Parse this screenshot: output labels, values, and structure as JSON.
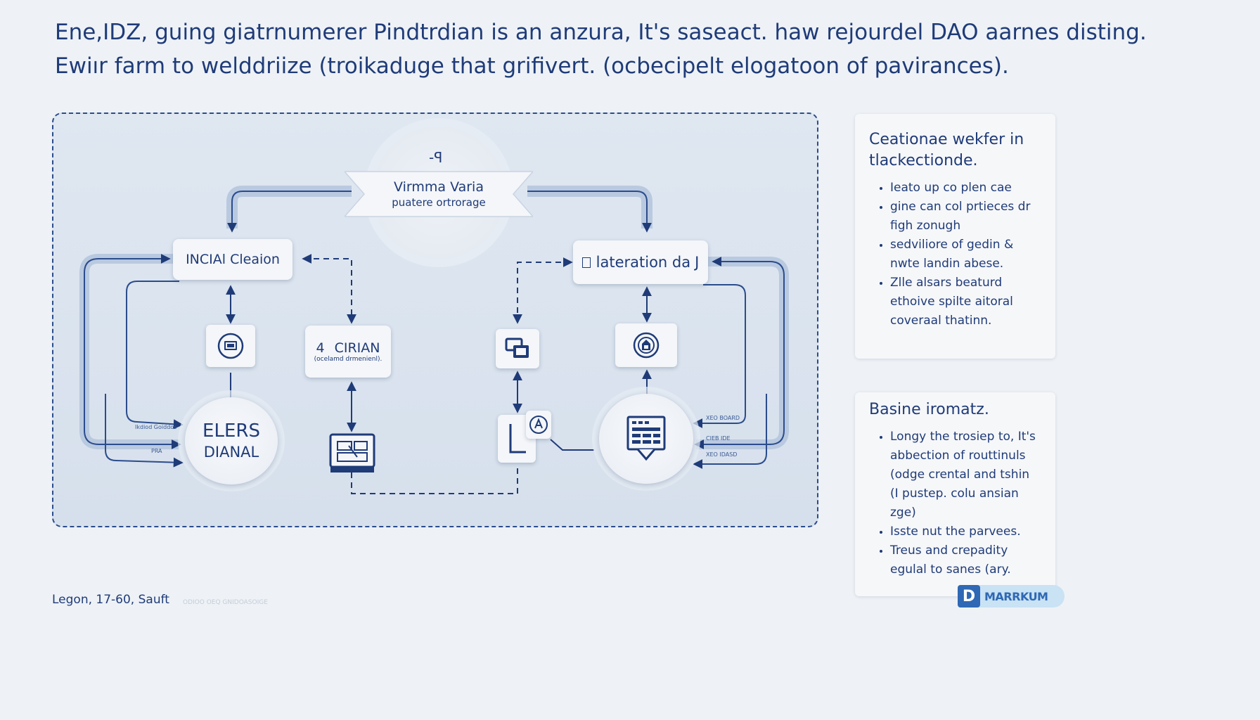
{
  "heading": {
    "line1": "Ene,IDZ, guing giatrnumerer Pindtrdian is an anzura, It's saseact. haw rejourdel DAO aarnes disting.",
    "line2": "Ewiır farm to welddriize (troikaduge that grifivert. (ocbecipelt elogatoon of pavirances)."
  },
  "diagram": {
    "top_mark": "-ꟼ",
    "banner_title": "Virmma Varia",
    "banner_subtitle": "puatere ortrorage",
    "node_left": "INCIAl Cleaion",
    "node_right": "lateration da",
    "node_mid": {
      "number": "4",
      "title": "CIRIAN",
      "sub": "(ocelamd drmenienl)."
    },
    "circle_left": {
      "line1": "ELERS",
      "line2": "DIANAL"
    },
    "left_small_labels": [
      "Ikdiod Goiddos",
      "PRA"
    ],
    "right_small_labels": [
      "XEO BOARD",
      "CIEB IDE",
      "XEO IDASD"
    ]
  },
  "panels": [
    {
      "title": "Ceationae wekfer in tlackectionde.",
      "items": [
        "Ieato up co plen cae",
        "gine can col prtieces dr figh zonugh",
        "sedviliore of gedin & nwte landin abese.",
        "Zlle alsars beaturd ethoive spilte aitoral coveraal thatinn."
      ]
    },
    {
      "title": "Basine iromatz.",
      "items": [
        "Longy the trosiep to, It's abbection of routtinuls (odge crental and tshin (I pustep. colu ansian zge)",
        "Isste nut the parvees.",
        "Treus and crepadity egulal to sanes (ary."
      ]
    }
  ],
  "footer": {
    "text": "Legon, 17-60, Sauft",
    "faded": "ODIOO OEQ GNIDOASOIGE"
  },
  "logo": {
    "mark": "D",
    "text": "MARRKUM"
  },
  "colors": {
    "ink": "#1f3b78",
    "accent": "#2f68b4",
    "wire": "#b9c9e0"
  }
}
